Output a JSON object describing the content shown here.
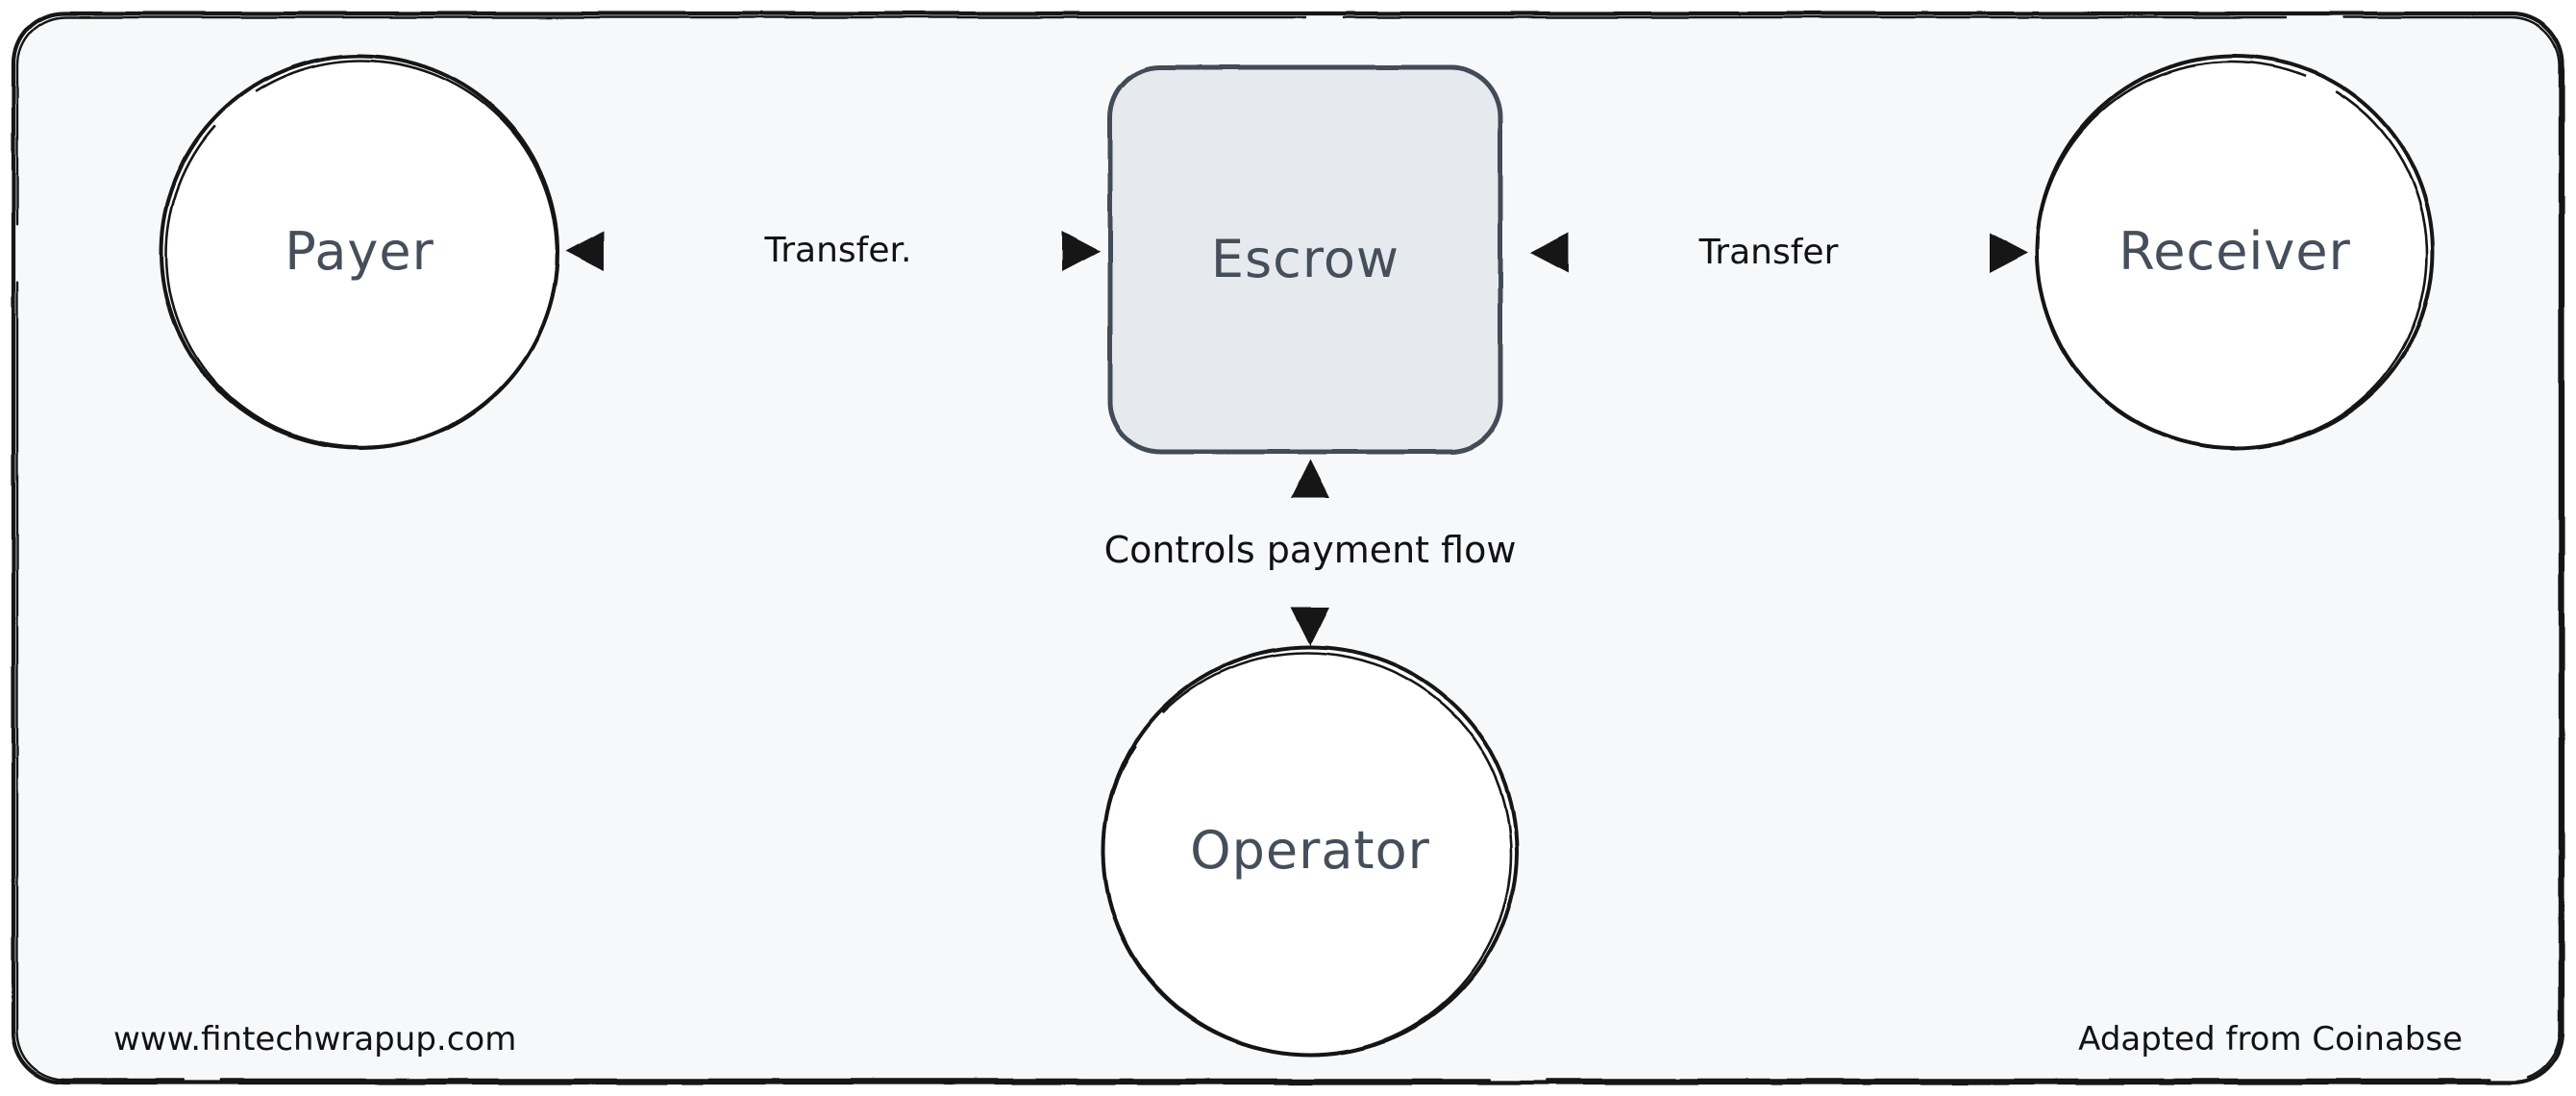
{
  "diagram": {
    "type": "flow-diagram",
    "style": "hand-drawn-excalidraw",
    "background_color": "#f6f8fa",
    "canvas_color": "#ffffff",
    "frame": {
      "name": "diagram-frame",
      "stroke_color": "#121212",
      "fill_color": "#f6f8fa"
    },
    "nodes": [
      {
        "id": "payer",
        "label": "Payer",
        "shape": "ellipse",
        "fill": "#ffffff",
        "stroke": "#121212",
        "text_color": "#454f5b"
      },
      {
        "id": "escrow",
        "label": "Escrow",
        "shape": "rounded-rectangle",
        "fill": "#e6eaee",
        "stroke": "#434c57",
        "text_color": "#454f5b"
      },
      {
        "id": "receiver",
        "label": "Receiver",
        "shape": "ellipse",
        "fill": "#ffffff",
        "stroke": "#121212",
        "text_color": "#454f5b"
      },
      {
        "id": "operator",
        "label": "Operator",
        "shape": "ellipse",
        "fill": "#ffffff",
        "stroke": "#121212",
        "text_color": "#454f5b"
      }
    ],
    "edges": [
      {
        "id": "payer-escrow",
        "from": "payer",
        "to": "escrow",
        "label": "Transfer.",
        "direction": "bidirectional",
        "line_style": "dashed",
        "color": "#121212"
      },
      {
        "id": "escrow-receiver",
        "from": "escrow",
        "to": "receiver",
        "label": "Transfer",
        "direction": "bidirectional",
        "line_style": "dashed",
        "color": "#121212"
      },
      {
        "id": "escrow-operator",
        "from": "escrow",
        "to": "operator",
        "label": "Controls payment flow",
        "direction": "bidirectional",
        "line_style": "dashed",
        "color": "#121212"
      }
    ],
    "footer": {
      "left_text": "www.fintechwrapup.com",
      "right_text": "Adapted from Coinabse",
      "text_color": "#121212"
    }
  }
}
